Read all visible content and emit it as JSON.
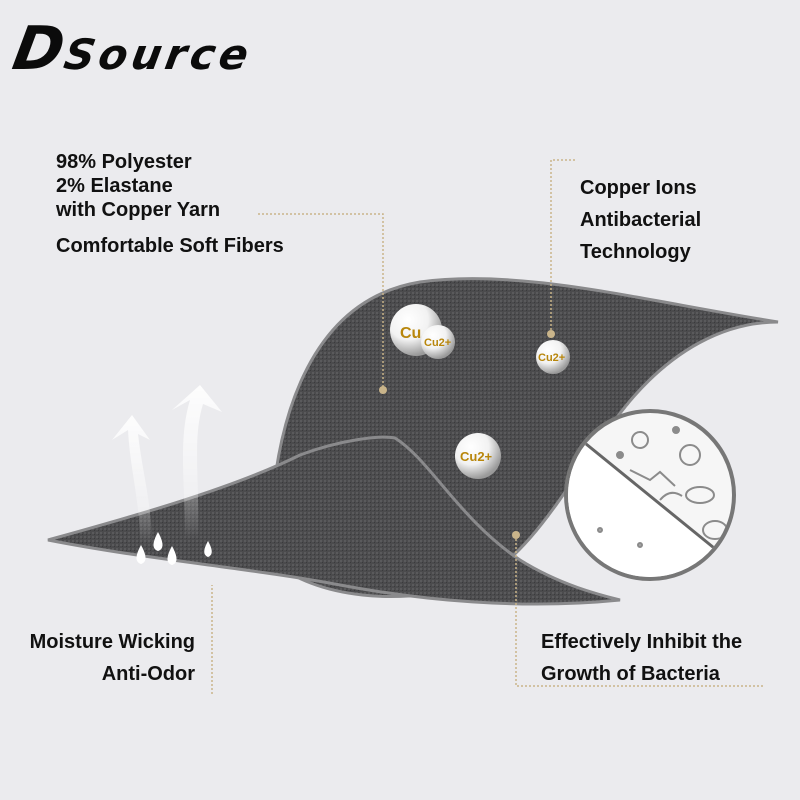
{
  "brand": {
    "first": "D",
    "rest": "Source"
  },
  "material": {
    "lines": [
      "98% Polyester",
      "2% Elastane",
      "with Copper Yarn"
    ],
    "tagline": "Comfortable Soft Fibers"
  },
  "copper": {
    "lines": [
      "Copper Ions",
      "Antibacterial",
      "Technology"
    ]
  },
  "moisture": {
    "lines": [
      "Moisture Wicking",
      "Anti-Odor"
    ]
  },
  "bacteria": {
    "lines": [
      "Effectively Inhibit the",
      "Growth of Bacteria"
    ]
  },
  "ions": {
    "large": "Cu",
    "small": "Cu2+",
    "right": "Cu2+",
    "center": "Cu2+"
  },
  "colors": {
    "background": "#ebebee",
    "fabric": "#4a4a4c",
    "fabric_edge": "#8a8a8c",
    "leader": "#c9b48a",
    "ion_text": "#b8860b"
  },
  "icons": [
    "moisture-arrow-icon",
    "water-drop-icon",
    "copper-ion-icon",
    "bacteria-icon"
  ]
}
